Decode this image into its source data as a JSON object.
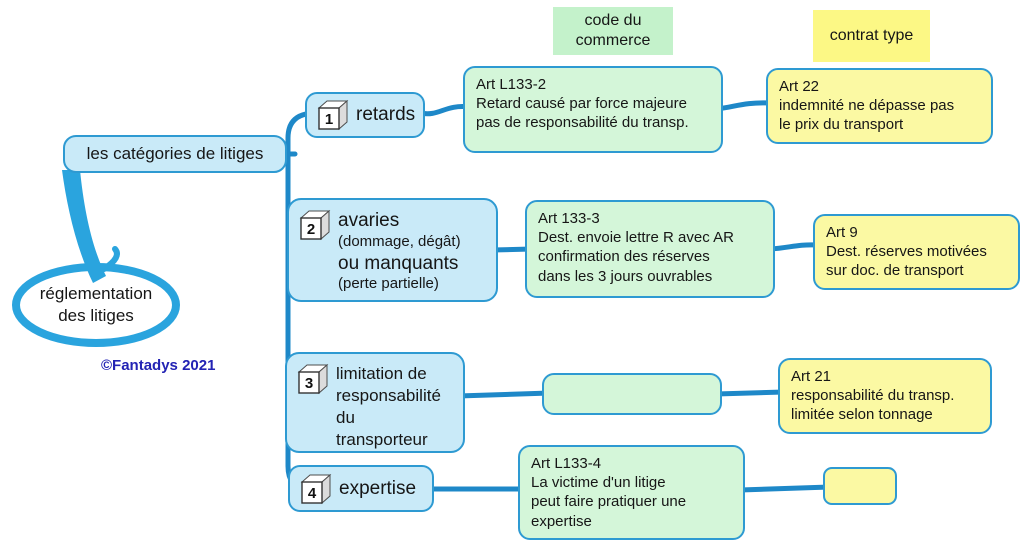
{
  "root": {
    "label": "réglementation\ndes litiges"
  },
  "copyright": "©Fantadys 2021",
  "hub": {
    "label": "les catégories de litiges"
  },
  "headers": {
    "code": "code du\ncommerce",
    "contrat": "contrat type"
  },
  "branches": [
    {
      "num": "1",
      "label": "retards"
    },
    {
      "num": "2",
      "line1": "avaries",
      "line2": "(dommage, dégât)",
      "line3": "ou manquants",
      "line4": "(perte partielle)"
    },
    {
      "num": "3",
      "label": "limitation de\nresponsabilité\ndu\ntransporteur"
    },
    {
      "num": "4",
      "label": "expertise"
    }
  ],
  "code_column": [
    {
      "text": "Art L133-2\nRetard causé par force majeure\npas de responsabilité du transp."
    },
    {
      "text": "Art 133-3\nDest. envoie lettre R avec AR\nconfirmation des réserves\ndans les 3 jours ouvrables"
    },
    {
      "text": ""
    },
    {
      "text": "Art L133-4\nLa victime d'un litige\npeut faire pratiquer une\nexpertise"
    }
  ],
  "contrat_column": [
    {
      "text": "Art 22\nindemnité ne dépasse pas\nle prix du transport"
    },
    {
      "text": "Art 9\nDest. réserves motivées\nsur doc. de transport"
    },
    {
      "text": "Art 21\nresponsabilité du transp.\nlimitée selon tonnage"
    },
    {
      "text": ""
    }
  ],
  "colors": {
    "wire_blue": "#1e88c8",
    "node_border": "#2e9ad2",
    "node_fill": "#c9eaf8",
    "green_fill": "#d4f6d9",
    "green_header": "#c4f2cb",
    "yellow_fill": "#fbf9a3",
    "yellow_header": "#fcf885",
    "brush_blue": "#2aa4de",
    "copyright_blue": "#2323b4"
  }
}
